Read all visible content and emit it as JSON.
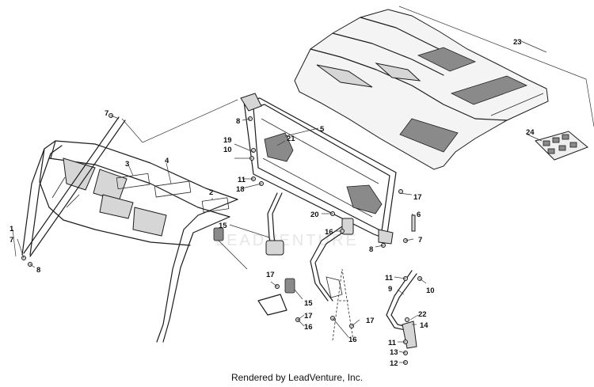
{
  "watermark": "LEADVENTURE",
  "footer": "Rendered by LeadVenture, Inc.",
  "callouts": {
    "c1": "1",
    "c2": "2",
    "c3": "3",
    "c4": "4",
    "c5": "5",
    "c6": "6",
    "c7a": "7",
    "c7b": "7",
    "c7c": "7",
    "c8a": "8",
    "c8b": "8",
    "c8c": "8",
    "c9": "9",
    "c10a": "10",
    "c10b": "10",
    "c11a": "11",
    "c11b": "11",
    "c11c": "11",
    "c12": "12",
    "c13": "13",
    "c14": "14",
    "c15a": "15",
    "c15b": "15",
    "c16a": "16",
    "c16b": "16",
    "c16c": "16",
    "c17a": "17",
    "c17b": "17",
    "c17c": "17",
    "c17d": "17",
    "c18": "18",
    "c19": "19",
    "c20": "20",
    "c21": "21",
    "c22": "22",
    "c23": "23",
    "c24": "24"
  }
}
